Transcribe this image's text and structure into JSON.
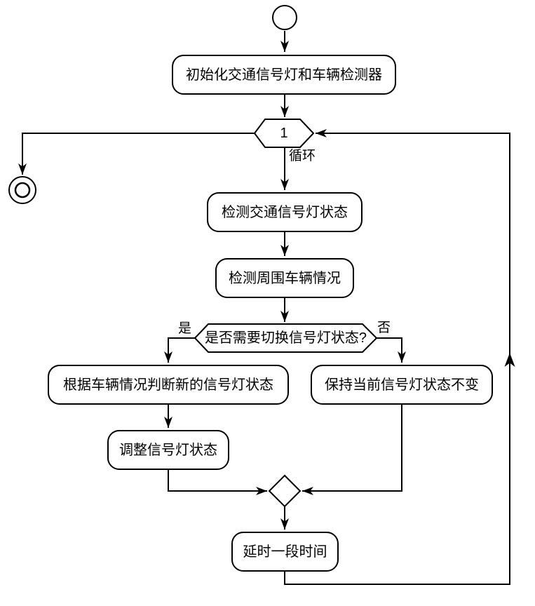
{
  "colors": {
    "stroke": "#000000",
    "node_fill": "#ffffff",
    "background": "#ffffff",
    "text": "#000000"
  },
  "flowchart": {
    "nodes": {
      "init": {
        "label": "初始化交通信号灯和车辆检测器"
      },
      "loop_marker": {
        "label": "1"
      },
      "detect_light": {
        "label": "检测交通信号灯状态"
      },
      "detect_vehicles": {
        "label": "检测周围车辆情况"
      },
      "decision": {
        "label": "是否需要切换信号灯状态?"
      },
      "judge_new_state": {
        "label": "根据车辆情况判断新的信号灯状态"
      },
      "keep_state": {
        "label": "保持当前信号灯状态不变"
      },
      "adjust_state": {
        "label": "调整信号灯状态"
      },
      "delay": {
        "label": "延时一段时间"
      }
    },
    "edge_labels": {
      "loop": "循环",
      "yes": "是",
      "no": "否"
    }
  }
}
